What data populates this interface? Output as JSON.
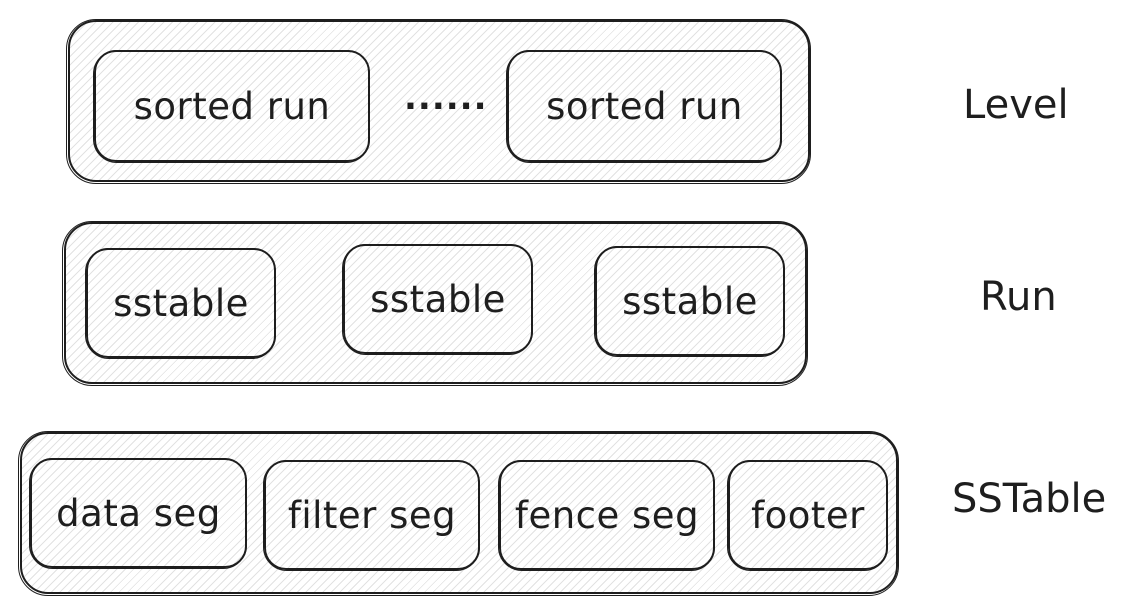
{
  "levels": [
    {
      "label": "Level",
      "items": [
        "sorted run",
        "sorted run"
      ],
      "separator": "......"
    },
    {
      "label": "Run",
      "items": [
        "sstable",
        "sstable",
        "sstable"
      ]
    },
    {
      "label": "SSTable",
      "items": [
        "data seg",
        "filter seg",
        "fence seg",
        "footer"
      ]
    }
  ]
}
